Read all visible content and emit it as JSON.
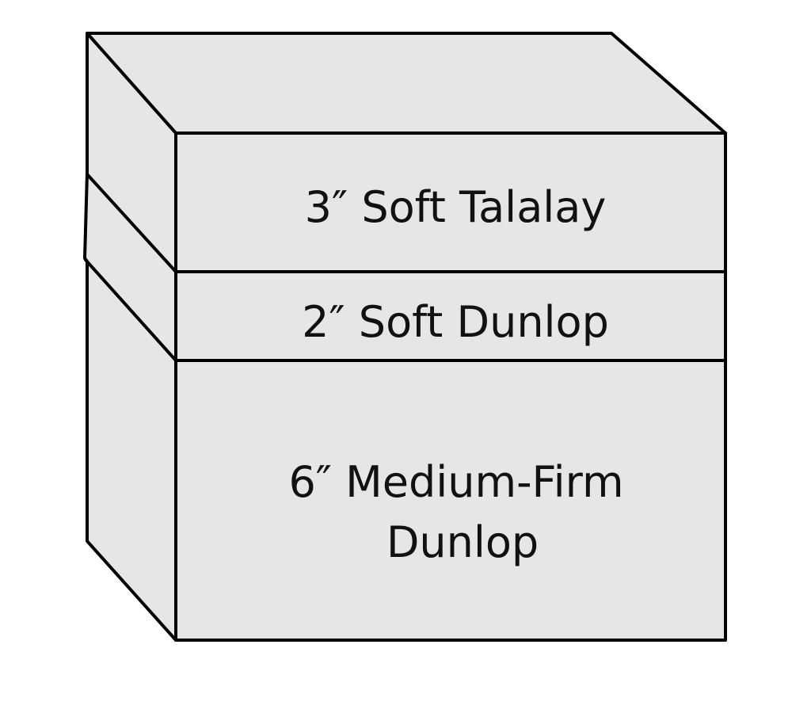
{
  "diagram": {
    "title": "Mattress layer stack",
    "layers": [
      {
        "label": "3″ Soft Talalay"
      },
      {
        "label": "2″ Soft Dunlop"
      },
      {
        "label_line1": "6″ Medium-Firm",
        "label_line2": "Dunlop"
      }
    ],
    "colors": {
      "fill": "#e6e6e6",
      "stroke": "#000000"
    }
  }
}
